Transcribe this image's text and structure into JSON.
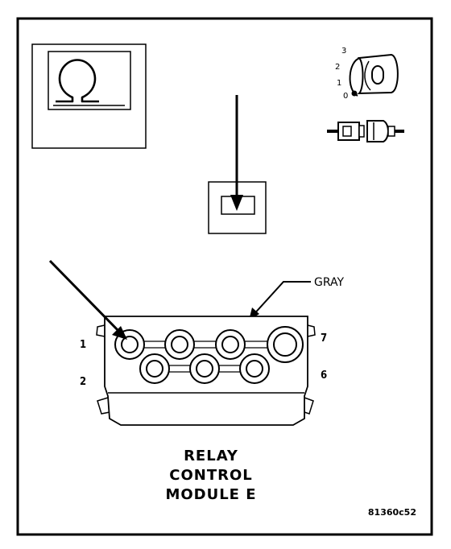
{
  "diagram": {
    "ignition_positions": [
      "3",
      "2",
      "1",
      "0"
    ],
    "connector_color_label": "GRAY",
    "pin_labels": {
      "pin1": "1",
      "pin2": "2",
      "pin6": "6",
      "pin7": "7"
    },
    "title_lines": [
      "RELAY",
      "CONTROL",
      "MODULE E"
    ],
    "figure_code": "81360c52",
    "ohmmeter_symbol": "Ω"
  }
}
